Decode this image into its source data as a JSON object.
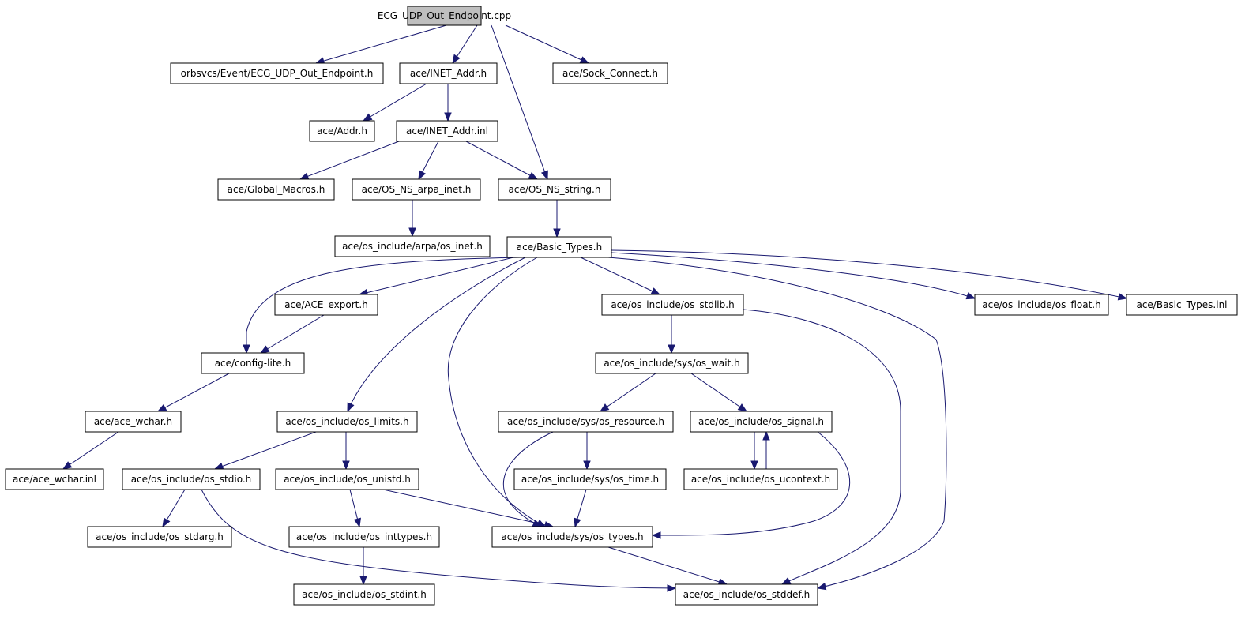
{
  "diagram": {
    "type": "include-dependency-graph",
    "colors": {
      "edge": "#191970",
      "root_fill": "#bfbfbf",
      "node_fill": "#ffffff",
      "node_border": "#000000"
    },
    "nodes": [
      {
        "id": "n0",
        "label": "ECG_UDP_Out_Endpoint.cpp",
        "root": true
      },
      {
        "id": "n1",
        "label": "orbsvcs/Event/ECG_UDP_Out_Endpoint.h"
      },
      {
        "id": "n2",
        "label": "ace/INET_Addr.h"
      },
      {
        "id": "n3",
        "label": "ace/Sock_Connect.h"
      },
      {
        "id": "n4",
        "label": "ace/Addr.h"
      },
      {
        "id": "n5",
        "label": "ace/INET_Addr.inl"
      },
      {
        "id": "n6",
        "label": "ace/Global_Macros.h"
      },
      {
        "id": "n7",
        "label": "ace/OS_NS_arpa_inet.h"
      },
      {
        "id": "n8",
        "label": "ace/OS_NS_string.h"
      },
      {
        "id": "n9",
        "label": "ace/os_include/arpa/os_inet.h"
      },
      {
        "id": "n10",
        "label": "ace/Basic_Types.h"
      },
      {
        "id": "n11",
        "label": "ace/ACE_export.h"
      },
      {
        "id": "n12",
        "label": "ace/os_include/os_stdlib.h"
      },
      {
        "id": "n13",
        "label": "ace/os_include/os_float.h"
      },
      {
        "id": "n14",
        "label": "ace/Basic_Types.inl"
      },
      {
        "id": "n15",
        "label": "ace/config-lite.h"
      },
      {
        "id": "n16",
        "label": "ace/os_include/sys/os_wait.h"
      },
      {
        "id": "n17",
        "label": "ace/ace_wchar.h"
      },
      {
        "id": "n18",
        "label": "ace/os_include/os_limits.h"
      },
      {
        "id": "n19",
        "label": "ace/os_include/sys/os_resource.h"
      },
      {
        "id": "n20",
        "label": "ace/os_include/os_signal.h"
      },
      {
        "id": "n21",
        "label": "ace/ace_wchar.inl"
      },
      {
        "id": "n22",
        "label": "ace/os_include/os_stdio.h"
      },
      {
        "id": "n23",
        "label": "ace/os_include/os_unistd.h"
      },
      {
        "id": "n24",
        "label": "ace/os_include/sys/os_time.h"
      },
      {
        "id": "n25",
        "label": "ace/os_include/os_ucontext.h"
      },
      {
        "id": "n26",
        "label": "ace/os_include/os_stdarg.h"
      },
      {
        "id": "n27",
        "label": "ace/os_include/os_inttypes.h"
      },
      {
        "id": "n28",
        "label": "ace/os_include/sys/os_types.h"
      },
      {
        "id": "n29",
        "label": "ace/os_include/os_stdint.h"
      },
      {
        "id": "n30",
        "label": "ace/os_include/os_stddef.h"
      }
    ],
    "edges": [
      {
        "from": "n0",
        "to": "n1"
      },
      {
        "from": "n0",
        "to": "n2"
      },
      {
        "from": "n0",
        "to": "n8"
      },
      {
        "from": "n0",
        "to": "n3"
      },
      {
        "from": "n2",
        "to": "n4"
      },
      {
        "from": "n2",
        "to": "n5"
      },
      {
        "from": "n5",
        "to": "n6"
      },
      {
        "from": "n5",
        "to": "n7"
      },
      {
        "from": "n5",
        "to": "n8"
      },
      {
        "from": "n7",
        "to": "n9"
      },
      {
        "from": "n8",
        "to": "n10"
      },
      {
        "from": "n10",
        "to": "n15"
      },
      {
        "from": "n10",
        "to": "n11"
      },
      {
        "from": "n10",
        "to": "n18"
      },
      {
        "from": "n10",
        "to": "n28"
      },
      {
        "from": "n10",
        "to": "n12"
      },
      {
        "from": "n10",
        "to": "n30"
      },
      {
        "from": "n10",
        "to": "n13"
      },
      {
        "from": "n10",
        "to": "n14"
      },
      {
        "from": "n11",
        "to": "n15"
      },
      {
        "from": "n15",
        "to": "n17"
      },
      {
        "from": "n17",
        "to": "n21"
      },
      {
        "from": "n12",
        "to": "n16"
      },
      {
        "from": "n12",
        "to": "n30"
      },
      {
        "from": "n16",
        "to": "n19"
      },
      {
        "from": "n16",
        "to": "n20"
      },
      {
        "from": "n19",
        "to": "n24"
      },
      {
        "from": "n19",
        "to": "n28"
      },
      {
        "from": "n20",
        "to": "n25"
      },
      {
        "from": "n25",
        "to": "n20"
      },
      {
        "from": "n20",
        "to": "n28"
      },
      {
        "from": "n18",
        "to": "n22"
      },
      {
        "from": "n18",
        "to": "n23"
      },
      {
        "from": "n22",
        "to": "n26"
      },
      {
        "from": "n22",
        "to": "n30"
      },
      {
        "from": "n23",
        "to": "n27"
      },
      {
        "from": "n23",
        "to": "n28"
      },
      {
        "from": "n27",
        "to": "n29"
      },
      {
        "from": "n24",
        "to": "n28"
      },
      {
        "from": "n28",
        "to": "n30"
      }
    ]
  }
}
